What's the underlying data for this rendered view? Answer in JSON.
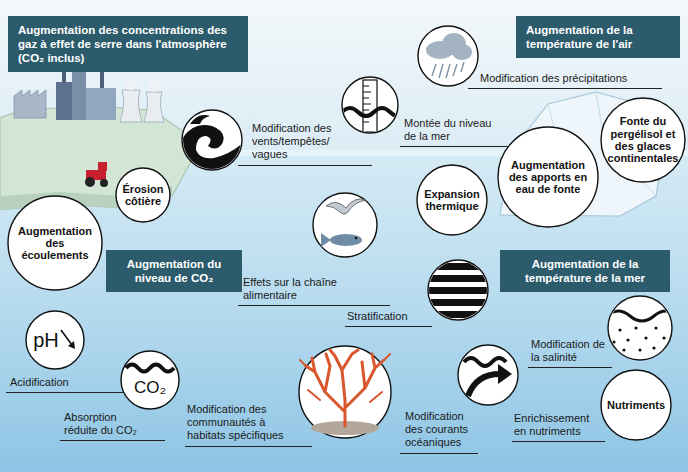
{
  "diagram": {
    "nodes": [
      {
        "text": [
          "Augmentation des concentrations des gaz à effet de serre dans l'atmosphère (CO₂ inclus)"
        ]
      },
      {
        "text": [
          "Augmentation de la température de l'air"
        ]
      },
      {
        "text": [
          "Fonte du pergélisol et des glaces continentales"
        ]
      },
      {
        "text": [
          "Érosion côtière"
        ]
      },
      {
        "text": [
          "Expansion thermique"
        ]
      },
      {
        "text": [
          "Augmentation des apports en eau de fonte"
        ]
      },
      {
        "text": [
          "Augmentation des écoulements"
        ]
      },
      {
        "text": [
          "Augmentation du niveau de CO₂"
        ]
      },
      {
        "text": [
          "Augmentation de la température de la mer"
        ]
      },
      {
        "text": [
          "pH"
        ]
      },
      {
        "text": [
          "CO₂"
        ]
      },
      {
        "text": [
          "Nutriments"
        ]
      }
    ],
    "labels": [
      "Modification des précipitations",
      "Modification des vents/tempêtes/ vagues",
      "Montée du niveau de la mer",
      "Effets sur la chaîne alimentaire",
      "Stratification",
      "Modification de la salinité",
      "Acidification",
      "Absorption réduite du CO₂",
      "Modification des communautés à habitats spécifiques",
      "Modification des courants océaniques",
      "Enrichissement en nutriments"
    ]
  }
}
